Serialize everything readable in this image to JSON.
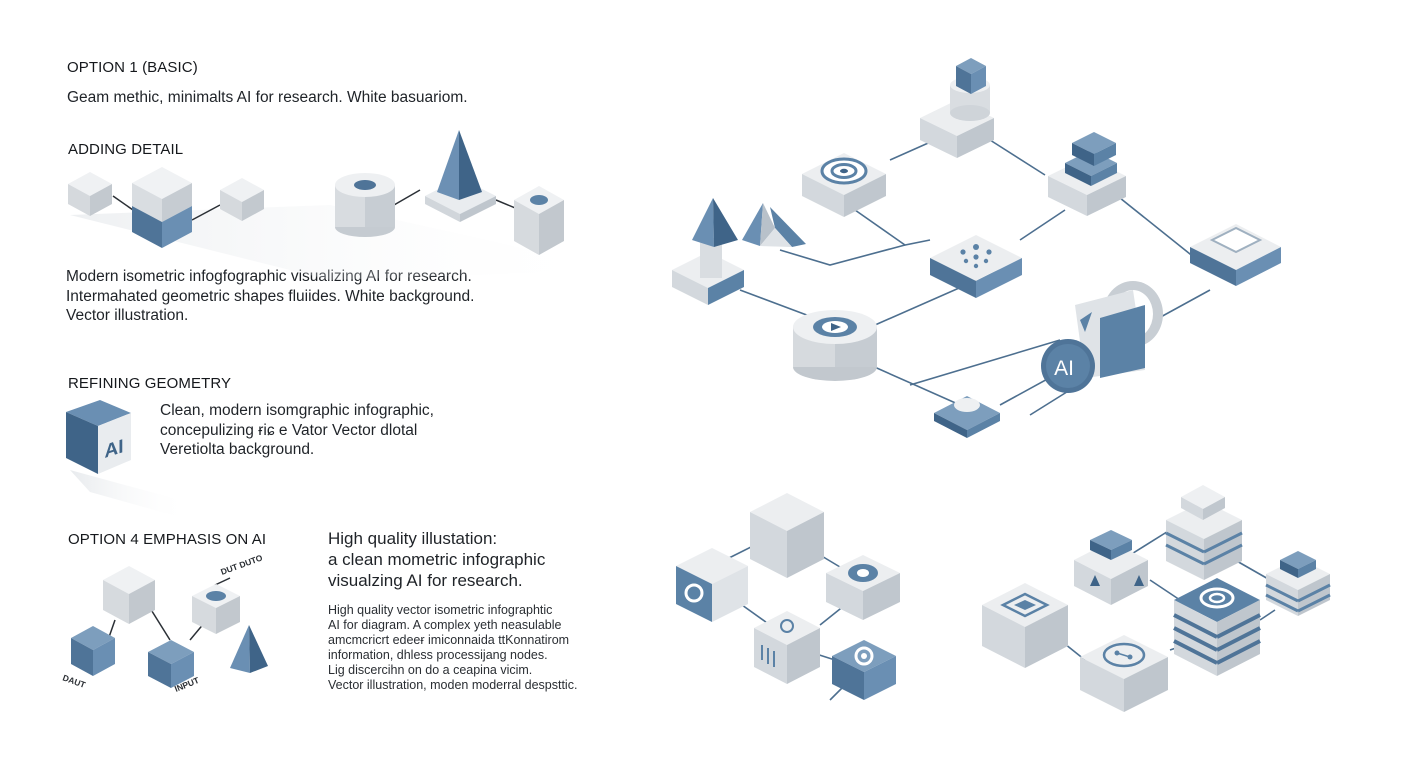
{
  "sections": {
    "basic": {
      "title": "OPTION 1 (BASIC)",
      "caption": "Geam methic, minimalts AI for research. White basuariom."
    },
    "adding_detail": {
      "title": "ADDING DETAIL",
      "caption": [
        "Modern isometric infogfographic visualizing AI for research.",
        "Intermahated geometric shapes fluiides. White background.",
        "Vector illustration."
      ]
    },
    "refining_geometry": {
      "title": "REFINING GEOMETRY",
      "cube_label": "AI",
      "caption": [
        "Clean, modern isomgraphic infographic,",
        "concepulizing ɍiɕ e Vator Vector dlotal",
        "Veretiolta background."
      ]
    },
    "emphasis": {
      "title": "OPTION 4 EMPHASIS ON AI",
      "headline": [
        "High quality illustation:",
        "a clean mometric infographic",
        "visualzing AI for research."
      ],
      "body": [
        "High quality vector isometric infographtic",
        "AI for diagram. A complex yeth neasulable",
        "amcmcricrt edeeɍ imiconnaida ttKonnatirom",
        "information, dhless processijang nodes.",
        "Lig discercihn on do a ceapina vicim.",
        "Vector illustration, moden moderral despsttic."
      ],
      "labels": {
        "out": "DUT DUTO",
        "daut": "DAUT",
        "input": "INPUT"
      }
    }
  },
  "network": {
    "ai_badge": "AI"
  },
  "colors": {
    "accent_blue": "#5b82a6",
    "dark_blue": "#3f6488",
    "light_gray": "#eceef0",
    "mid_gray": "#c9ced3",
    "line": "#4d6f8f"
  }
}
